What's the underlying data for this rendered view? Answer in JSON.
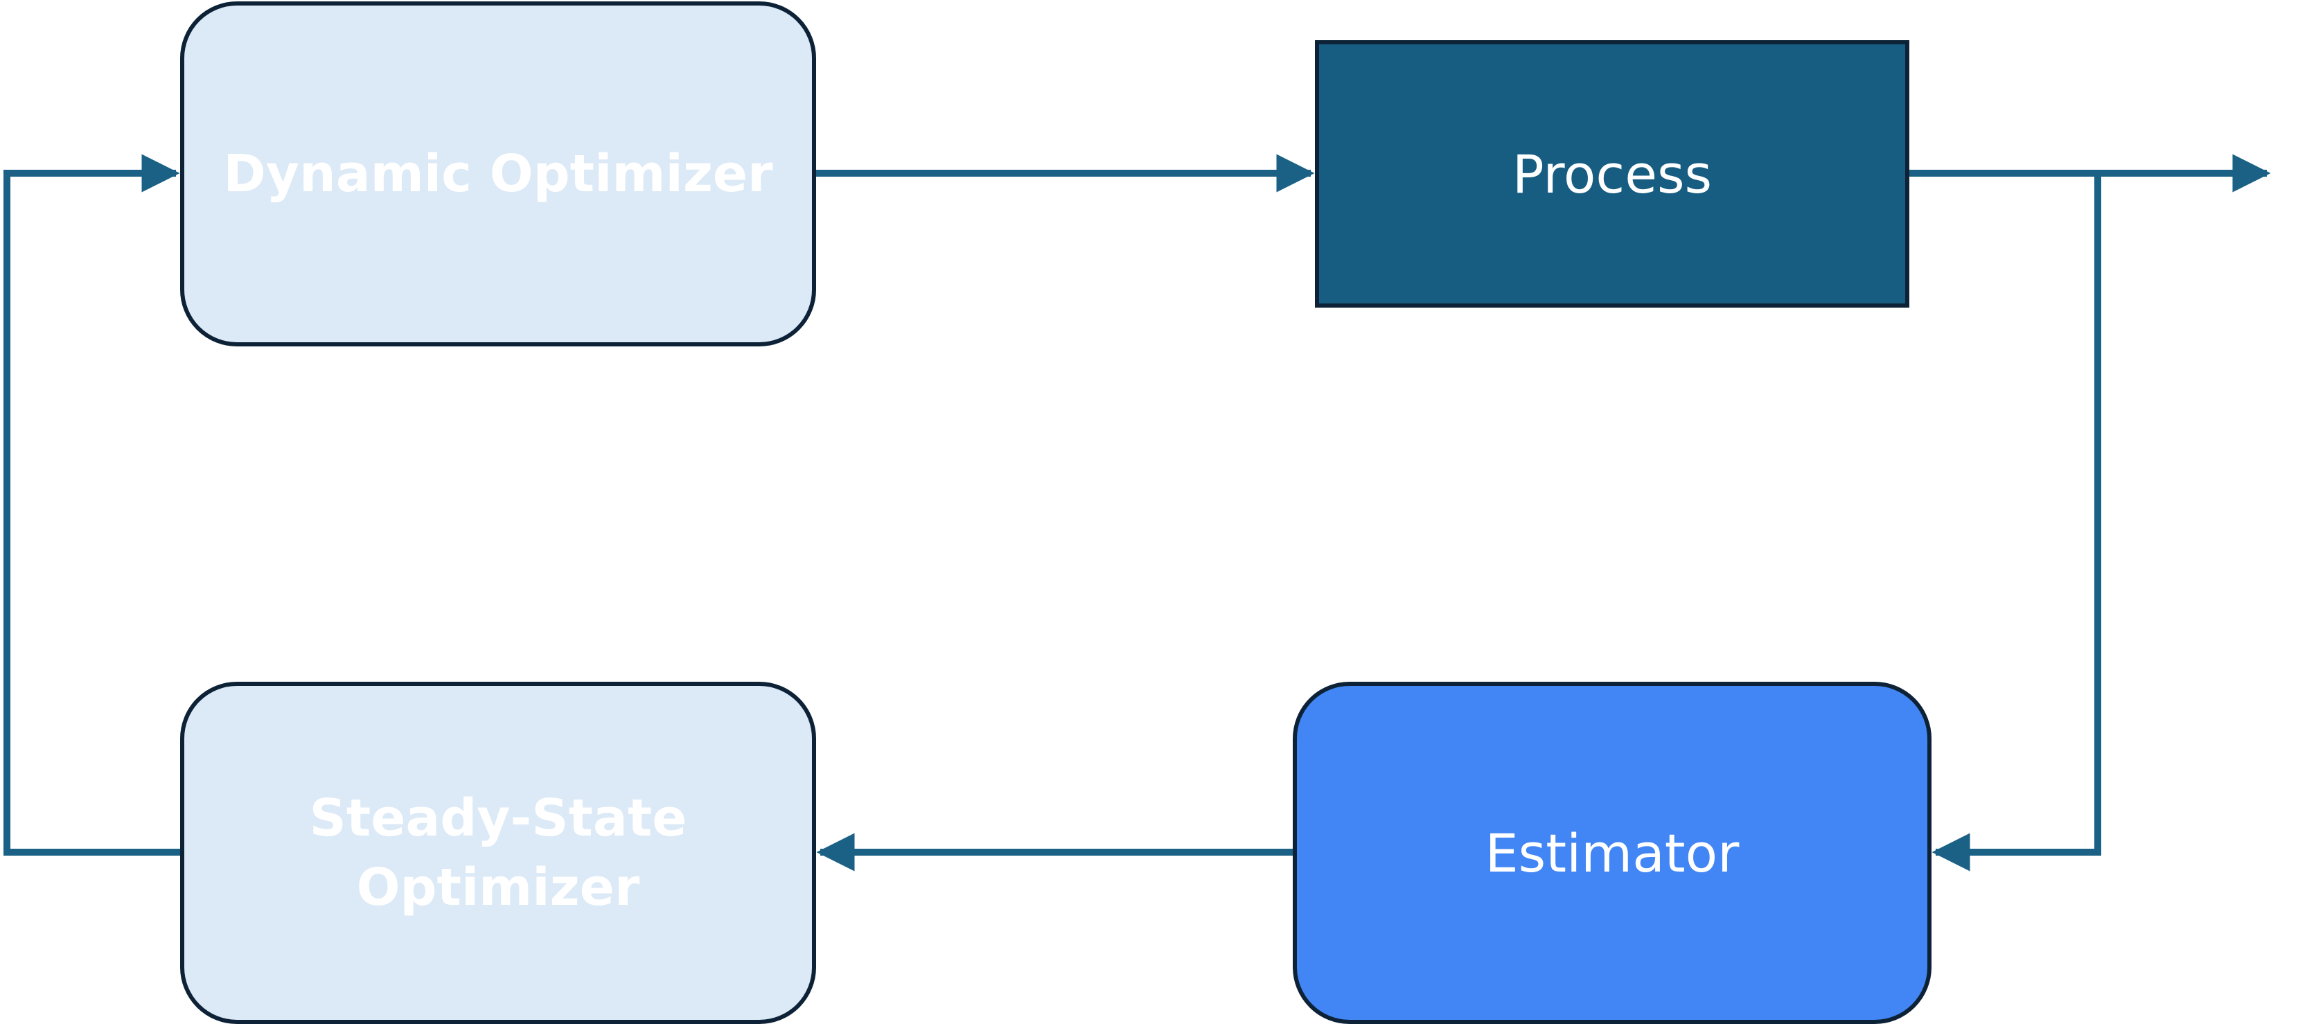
{
  "colors": {
    "connector": "#1a6185",
    "box_border": "#0d2236",
    "box_text": "#ffffff"
  },
  "nodes": {
    "dynamic_optimizer": {
      "label": "Dynamic Optimizer",
      "fill": "#dce9f6"
    },
    "process": {
      "label": "Process",
      "fill": "#175d81"
    },
    "steady_state_optimizer": {
      "label": "Steady-State\nOptimizer",
      "fill": "#dce9f6"
    },
    "estimator": {
      "label": "Estimator",
      "fill": "#4285f4"
    }
  },
  "edges": [
    {
      "from": "Dynamic Optimizer",
      "to": "Process"
    },
    {
      "from": "Process",
      "to": "output"
    },
    {
      "from": "Process",
      "to": "Estimator"
    },
    {
      "from": "Estimator",
      "to": "Steady-State\nOptimizer"
    },
    {
      "from": "Steady-State\nOptimizer",
      "to": "Dynamic Optimizer"
    }
  ]
}
